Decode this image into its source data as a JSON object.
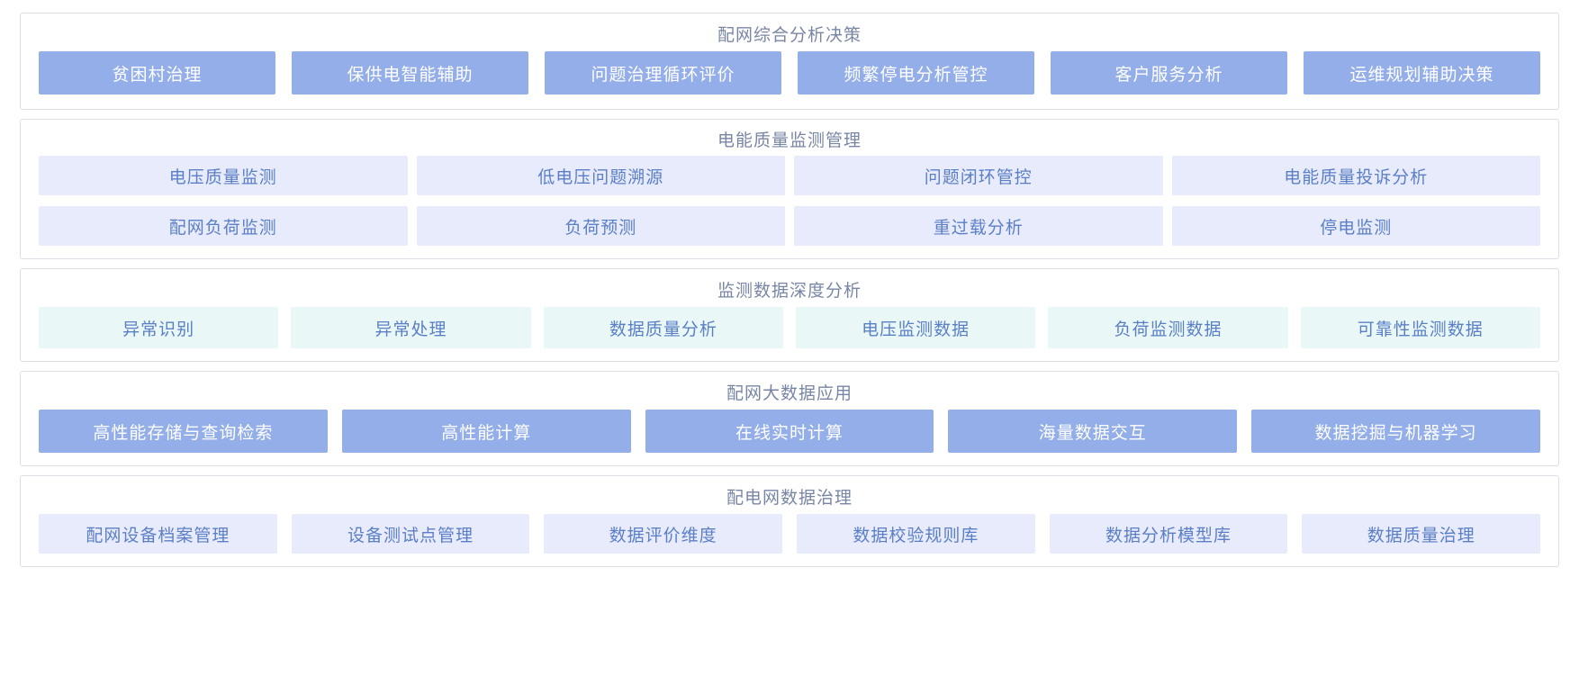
{
  "theme": {
    "page_background": "#ffffff",
    "panel_border": "#dcdfe6",
    "title_color": "#7886a4",
    "blue_fill": "#93aee8",
    "blue_text": "#ffffff",
    "lavender_fill": "#e8ebfb",
    "lavender_text": "#5b7fc7",
    "mint_fill": "#e9f8f7",
    "mint_text": "#5b7fc7"
  },
  "sections": [
    {
      "title": "配网综合分析决策",
      "style": "blue",
      "rows": [
        [
          {
            "label": "贫困村治理"
          },
          {
            "label": "保供电智能辅助"
          },
          {
            "label": "问题治理循环评价"
          },
          {
            "label": "频繁停电分析管控"
          },
          {
            "label": "客户服务分析"
          },
          {
            "label": "运维规划辅助决策"
          }
        ]
      ]
    },
    {
      "title": "电能质量监测管理",
      "style": "lavender",
      "rows": [
        [
          {
            "label": "电压质量监测"
          },
          {
            "label": "低电压问题溯源"
          },
          {
            "label": "问题闭环管控"
          },
          {
            "label": "电能质量投诉分析"
          }
        ],
        [
          {
            "label": "配网负荷监测"
          },
          {
            "label": "负荷预测"
          },
          {
            "label": "重过载分析"
          },
          {
            "label": "停电监测"
          }
        ]
      ]
    },
    {
      "title": "监测数据深度分析",
      "style": "mint",
      "rows": [
        [
          {
            "label": "异常识别"
          },
          {
            "label": "异常处理"
          },
          {
            "label": "数据质量分析"
          },
          {
            "label": "电压监测数据"
          },
          {
            "label": "负荷监测数据"
          },
          {
            "label": "可靠性监测数据"
          }
        ]
      ]
    },
    {
      "title": "配网大数据应用",
      "style": "blue",
      "rows": [
        [
          {
            "label": "高性能存储与查询检索"
          },
          {
            "label": "高性能计算"
          },
          {
            "label": "在线实时计算"
          },
          {
            "label": "海量数据交互"
          },
          {
            "label": "数据挖掘与机器学习"
          }
        ]
      ]
    },
    {
      "title": "配电网数据治理",
      "style": "lavender",
      "rows": [
        [
          {
            "label": "配网设备档案管理"
          },
          {
            "label": "设备测试点管理"
          },
          {
            "label": "数据评价维度"
          },
          {
            "label": "数据校验规则库"
          },
          {
            "label": "数据分析模型库"
          },
          {
            "label": "数据质量治理"
          }
        ]
      ]
    }
  ]
}
